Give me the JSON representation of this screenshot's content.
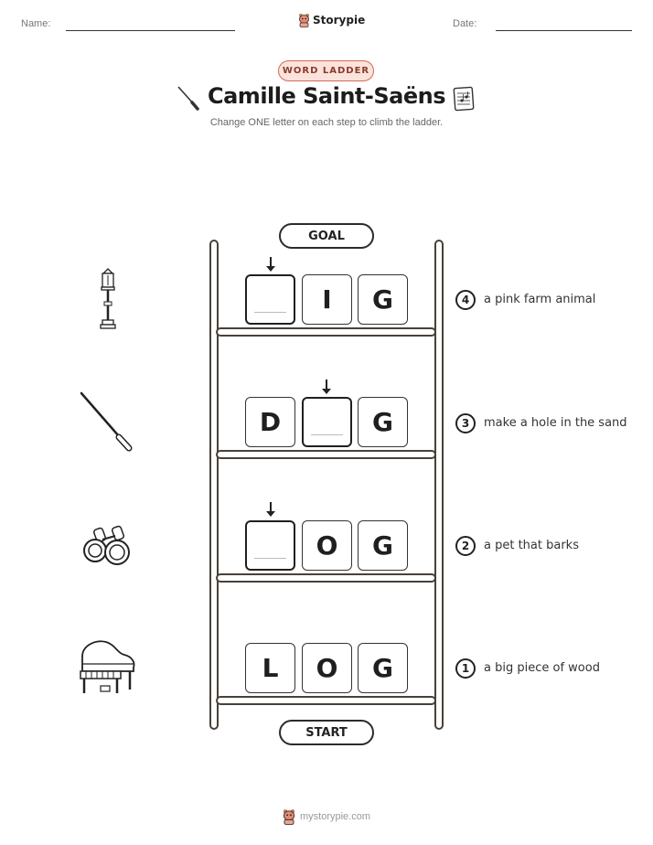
{
  "header": {
    "name_label": "Name:",
    "date_label": "Date:",
    "brand": "Storypie"
  },
  "badge": "WORD LADDER",
  "title": "Camille Saint-Saëns",
  "subtitle": "Change ONE letter on each step to climb the ladder.",
  "goal_label": "GOAL",
  "start_label": "START",
  "steps": [
    {
      "number": "4",
      "clue": "a pink farm animal",
      "letters": [
        "",
        "I",
        "G"
      ]
    },
    {
      "number": "3",
      "clue": "make a hole in the sand",
      "letters": [
        "D",
        "",
        "G"
      ]
    },
    {
      "number": "2",
      "clue": "a pet that barks",
      "letters": [
        "",
        "O",
        "G"
      ]
    },
    {
      "number": "1",
      "clue": "a big piece of wood",
      "letters": [
        "L",
        "O",
        "G"
      ]
    }
  ],
  "side_icons": [
    "street-lamp-icon",
    "conductor-baton-icon",
    "binoculars-icon",
    "grand-piano-icon"
  ],
  "footer": "mystorypie.com",
  "colors": {
    "badge_border": "#d36a55",
    "badge_fill": "#fbe3dc",
    "ladder": "#4a4038"
  }
}
